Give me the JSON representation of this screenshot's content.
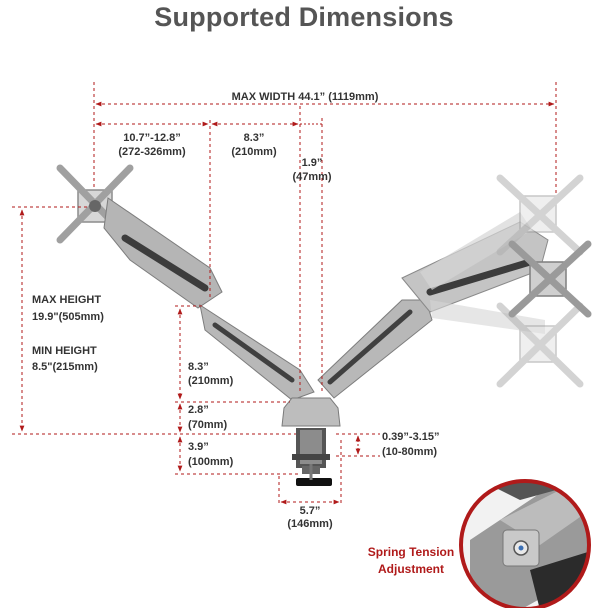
{
  "title": "Supported Dimensions",
  "colors": {
    "accent": "#b01a1a",
    "text": "#333333",
    "title": "#555555",
    "arm": "#a8a8a8"
  },
  "dimensions": {
    "max_width": "MAX WIDTH 44.1” (1119mm)",
    "arm_outer_in": "10.7”-12.8”",
    "arm_outer_mm": "(272-326mm)",
    "arm_inner_in": "8.3”",
    "arm_inner_mm": "(210mm)",
    "pole_width_in": "1.9”",
    "pole_width_mm": "(47mm)",
    "max_height_title": "MAX HEIGHT",
    "max_height_value": "19.9\"(505mm)",
    "min_height_title": "MIN HEIGHT",
    "min_height_value": "8.5\"(215mm)",
    "arm_height_in": "8.3”",
    "arm_height_mm": "(210mm)",
    "base_height_in": "2.8”",
    "base_height_mm": "(70mm)",
    "clamp_depth_in": "3.9”",
    "clamp_depth_mm": "(100mm)",
    "desk_thickness_in": "0.39”-3.15”",
    "desk_thickness_mm": "(10-80mm)",
    "base_width_in": "5.7”",
    "base_width_mm": "(146mm)"
  },
  "callout": {
    "line1": "Spring Tension",
    "line2": "Adjustment"
  }
}
